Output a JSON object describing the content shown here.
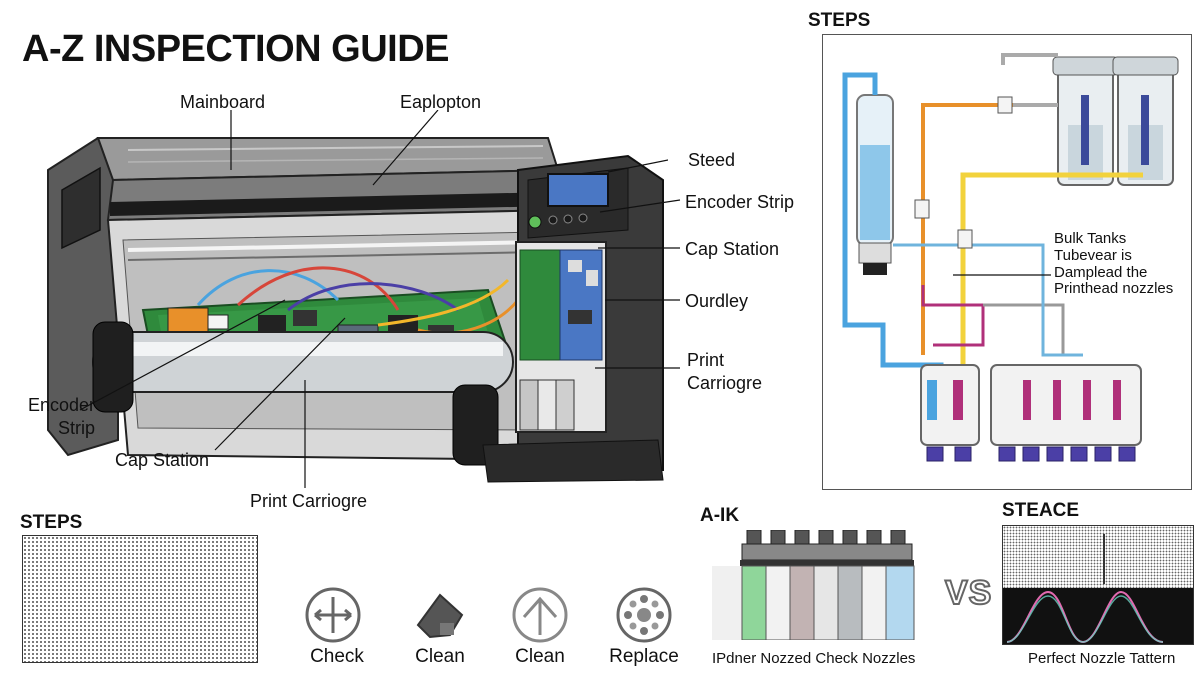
{
  "title": "A-Z INSPECTION GUIDE",
  "printer_labels": {
    "mainboard": "Mainboard",
    "eaplopton": "Eaplopton",
    "steed": "Steed",
    "encoder_strip_right": "Encoder Strip",
    "cap_station_right": "Cap Station",
    "ourdley": "Ourdley",
    "print_carriage_right_line1": "Print",
    "print_carriage_right_line2": "Carriogre",
    "encoder_strip_left_line1": "Encoder",
    "encoder_strip_left_line2": "Strip",
    "cap_station_left": "Cap Station",
    "print_carriage_bottom": "Print Carriogre"
  },
  "steps_panel": {
    "heading": "STEPS",
    "note_lines": [
      "Bulk Tanks",
      "Tubevear is",
      "Damplead the",
      "Printhead nozzles"
    ]
  },
  "bottom": {
    "steps_heading": "STEPS",
    "actions": [
      {
        "label": "Check",
        "icon": "crosshair-arrows-icon"
      },
      {
        "label": "Clean",
        "icon": "wiper-tool-icon"
      },
      {
        "label": "Clean",
        "icon": "up-arrow-icon"
      },
      {
        "label": "Replace",
        "icon": "gear-dots-icon"
      }
    ],
    "aik_heading": "A-IK",
    "aik_caption": "IPdner Nozzed Check Nozzles",
    "vs": "VS",
    "steace_heading": "STEACE",
    "steace_caption": "Perfect Nozzle Tattern"
  },
  "colors": {
    "chassis_dark": "#3a3a3a",
    "chassis_light": "#8a8a8a",
    "board_green": "#2f8a3c",
    "tube_blue": "#4aa3df",
    "tube_yellow": "#f2d23c",
    "tube_orange": "#e8902a",
    "tube_magenta": "#b0307a",
    "nozzle_purple": "#4b3fa6"
  }
}
